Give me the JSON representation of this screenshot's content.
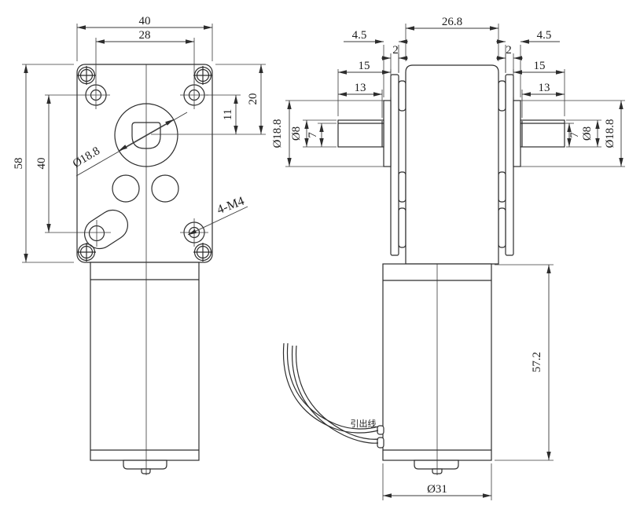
{
  "drawing_type": "engineering-dimension-drawing",
  "front_view": {
    "overall_width": "40",
    "hole_spacing_width": "28",
    "overall_height": "58",
    "hole_spacing_height": "40",
    "shaft_from_top": "20",
    "shaft_from_holes": "11",
    "gear_boss_diameter": "Ø18.8",
    "thread_callout": "4-M4"
  },
  "side_view": {
    "body_depth": "26.8",
    "boss_height_left": "4.5",
    "boss_height_right": "4.5",
    "plate_thickness_left": "2",
    "plate_thickness_right": "2",
    "shaft_length_left": "15",
    "shaft_length_right": "15",
    "flat_length_left": "13",
    "flat_length_right": "13",
    "hub_diameter_left": "Ø18.8",
    "hub_diameter_right": "Ø18.8",
    "shaft_diameter_left": "Ø8",
    "shaft_diameter_right": "Ø8",
    "shaft_flat_width_left": "7",
    "shaft_flat_width_right": "7",
    "motor_length": "57.2",
    "motor_diameter": "Ø31",
    "lead_wire_label": "引出线"
  },
  "colors": {
    "line": "#2d2d2d",
    "background": "#ffffff"
  }
}
